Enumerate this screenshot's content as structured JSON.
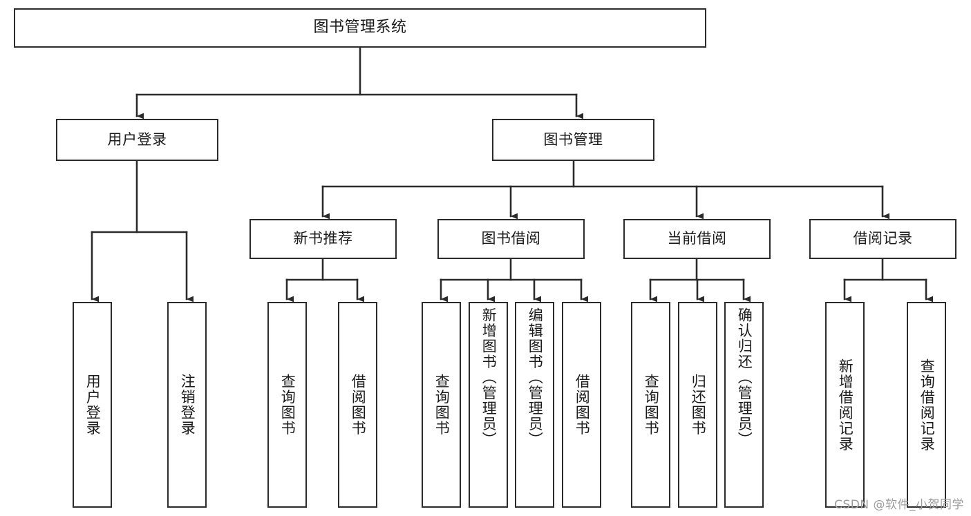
{
  "diagram": {
    "title": "图书管理系统",
    "type": "tree-hierarchy-chart",
    "colors": {
      "box_stroke": "#2b2b2b",
      "box_fill": "#ffffff",
      "edge_stroke": "#2b2b2b",
      "text": "#1b1b1b",
      "watermark": "#9b9b9b",
      "background": "#ffffff"
    },
    "nodes": {
      "root": {
        "label": "图书管理系统"
      },
      "level2": [
        {
          "label": "用户登录"
        },
        {
          "label": "图书管理"
        }
      ],
      "level3": [
        {
          "label": "新书推荐"
        },
        {
          "label": "图书借阅"
        },
        {
          "label": "当前借阅"
        },
        {
          "label": "借阅记录"
        }
      ],
      "leaves": {
        "user_login": [
          {
            "label": "用户登录"
          },
          {
            "label": "注销登录"
          }
        ],
        "new_book_recommend": [
          {
            "label": "查询图书"
          },
          {
            "label": "借阅图书"
          }
        ],
        "book_borrow": [
          {
            "label": "查询图书"
          },
          {
            "label": "新增图书（管理员）"
          },
          {
            "label": "编辑图书（管理员）"
          },
          {
            "label": "借阅图书"
          }
        ],
        "current_borrow": [
          {
            "label": "查询图书"
          },
          {
            "label": "归还图书"
          },
          {
            "label": "确认归还（管理员）"
          }
        ],
        "borrow_record": [
          {
            "label": "新增借阅记录"
          },
          {
            "label": "查询借阅记录"
          }
        ]
      }
    },
    "watermark": "CSDN @软件_小贺同学"
  }
}
